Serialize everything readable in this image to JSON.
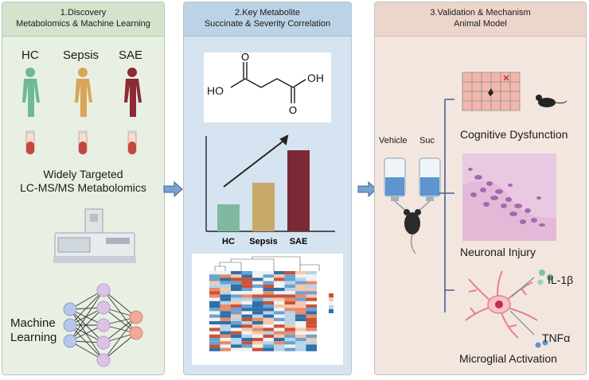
{
  "panel1": {
    "title_line1": "1.Discovery",
    "title_line2": "Metabolomics & Machine Learning",
    "groups": [
      "HC",
      "Sepsis",
      "SAE"
    ],
    "method_line1": "Widely Targeted",
    "method_line2": "LC-MS/MS Metabolomics",
    "ml_line1": "Machine",
    "ml_line2": "Learning"
  },
  "panel2": {
    "title_line1": "2.Key Metabolite",
    "title_line2": "Succinate & Severity Correlation",
    "structure_left": "HO",
    "structure_right": "OH",
    "chart_data": {
      "type": "bar",
      "categories": [
        "HC",
        "Sepsis",
        "SAE"
      ],
      "values": [
        1.0,
        1.8,
        3.0
      ],
      "colors": [
        "#7fb9a0",
        "#c9a96a",
        "#7a2a36"
      ]
    }
  },
  "panel3": {
    "title_line1": "3.Validation & Mechanism",
    "title_line2": "Animal Model",
    "vehicle_label": "Vehicle",
    "suc_label": "Suc",
    "outcome1": "Cognitive Dysfunction",
    "outcome2": "Neuronal Injury",
    "cytokine1": "IL-1β",
    "cytokine2": "TNFα",
    "outcome3": "Microglial Activation"
  },
  "colors": {
    "hc": "#6fb89a",
    "sepsis": "#d9a658",
    "sae": "#8c2a35",
    "arrow": "#5b86b9"
  }
}
